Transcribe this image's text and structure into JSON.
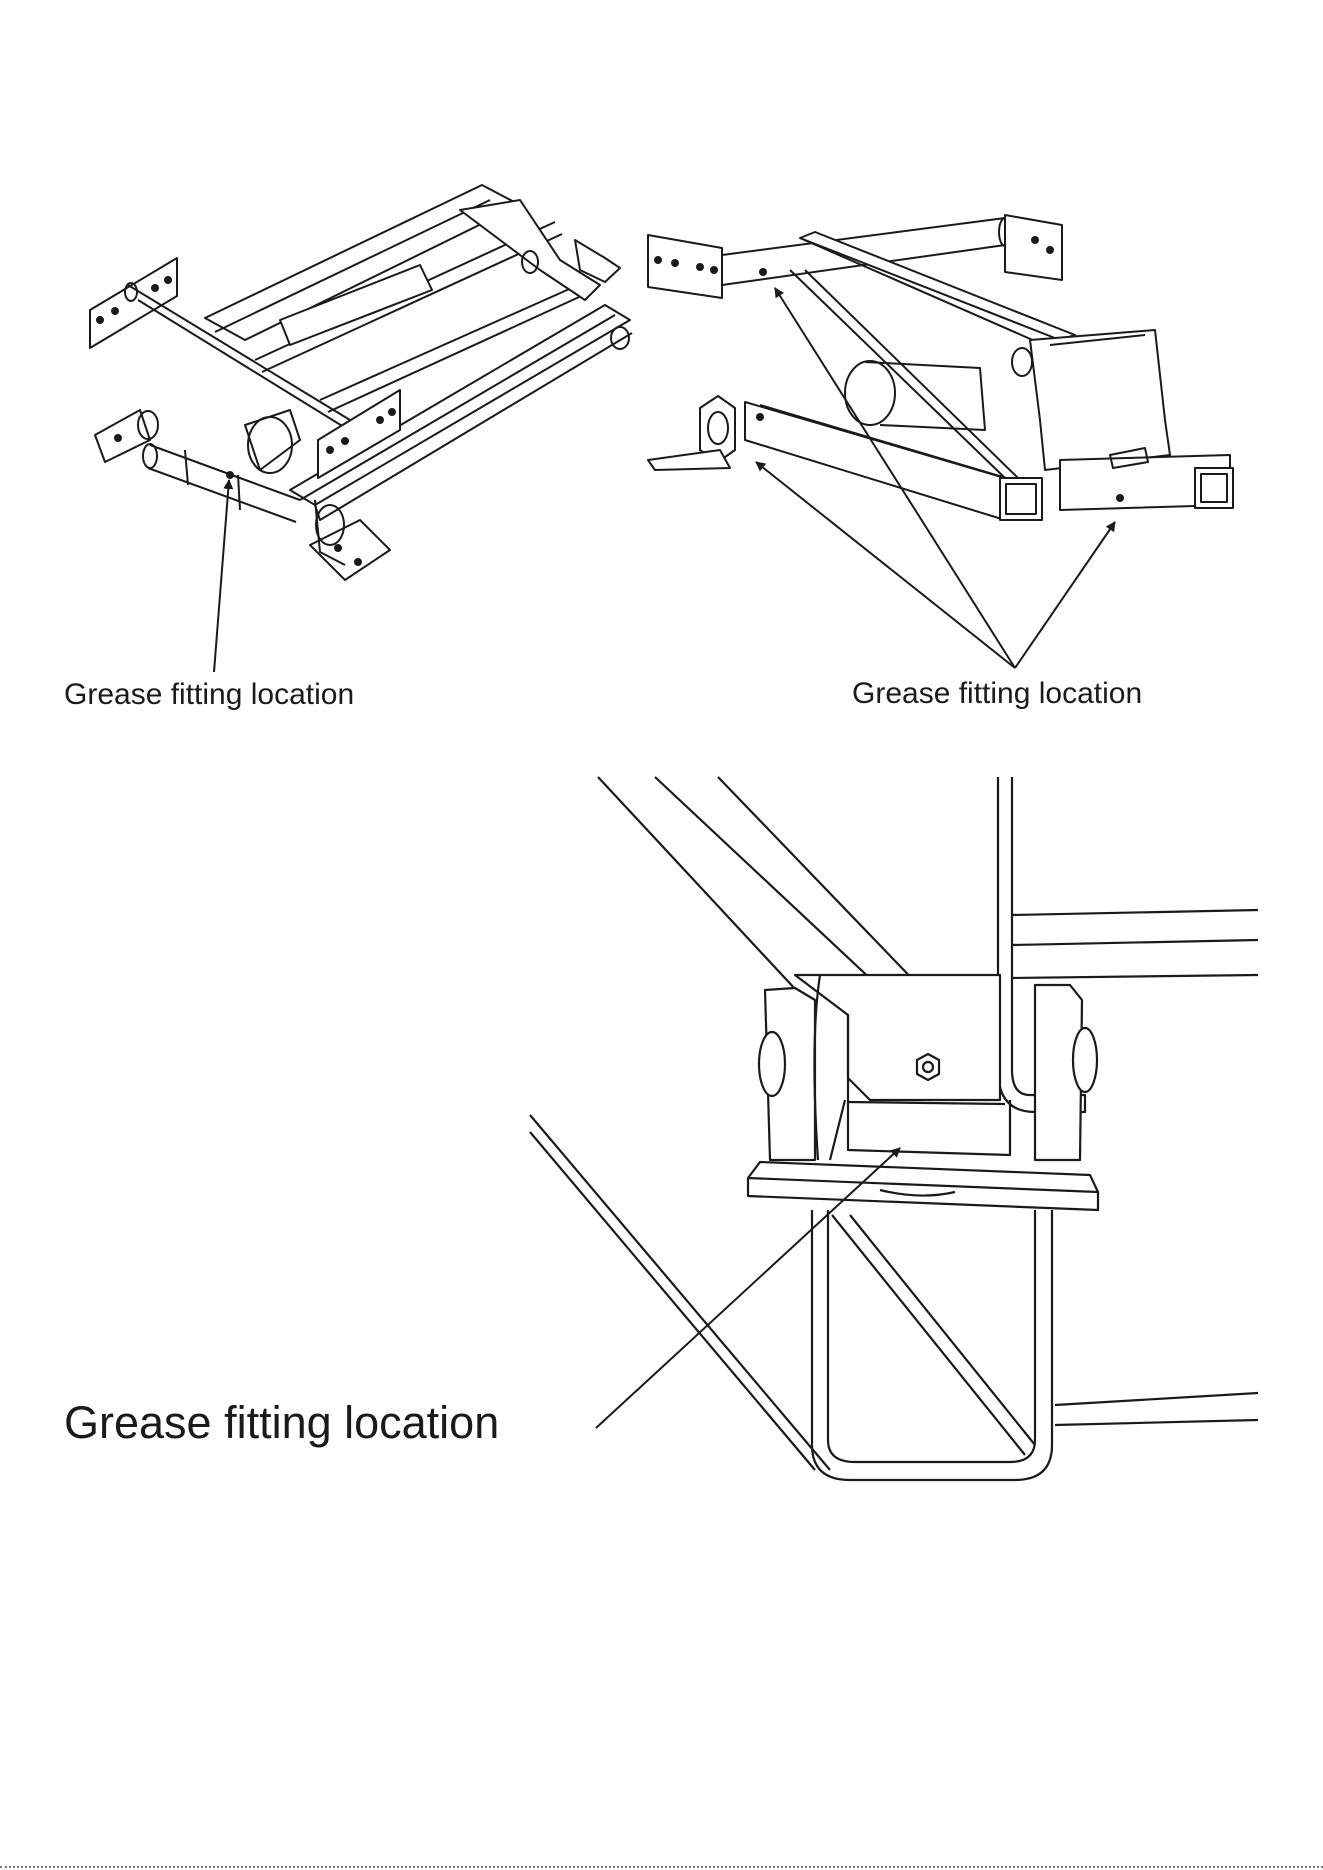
{
  "figures": [
    {
      "caption": "Grease fitting location"
    },
    {
      "caption": "Grease fitting location"
    },
    {
      "caption": "Grease fitting location"
    }
  ],
  "colors": {
    "line": "#1a1a1a",
    "background": "#ffffff"
  }
}
